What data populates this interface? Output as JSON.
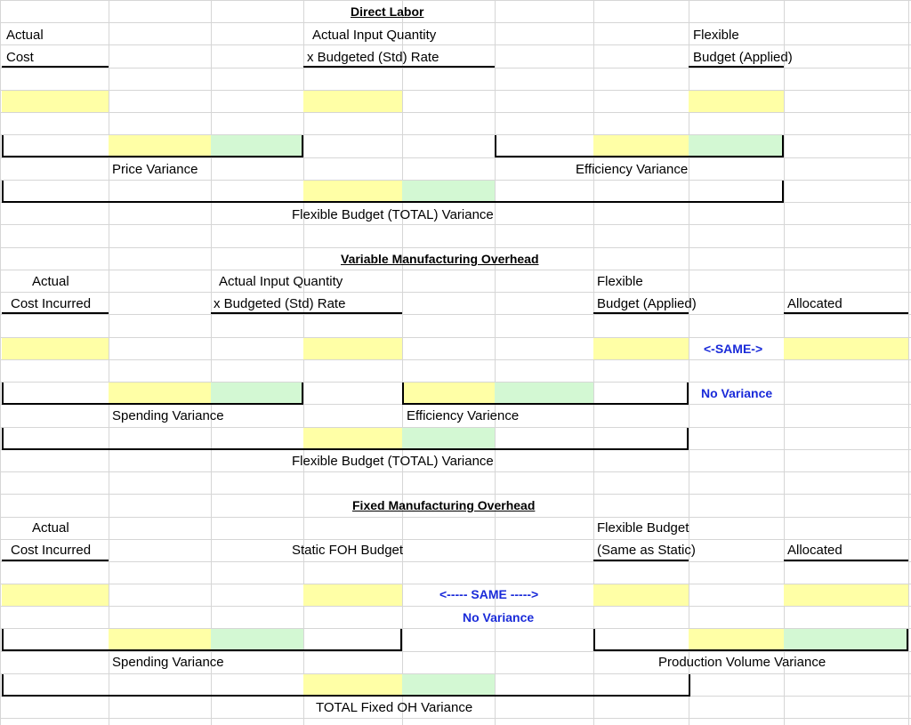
{
  "direct_labor": {
    "title": "Direct Labor",
    "col1_line1": "Actual",
    "col1_line2": "Cost",
    "col2_line1": "Actual Input Quantity",
    "col2_line2": "x Budgeted (Std) Rate",
    "col3_line1": "Flexible",
    "col3_line2": "Budget (Applied)",
    "variance_left": "Price Variance",
    "variance_right": "Efficiency Variance",
    "variance_total": "Flexible Budget (TOTAL) Variance"
  },
  "variable_moh": {
    "title": "Variable Manufacturing Overhead",
    "col1_line1": "Actual",
    "col1_line2": "Cost Incurred",
    "col2_line1": "Actual Input Quantity",
    "col2_line2": "x Budgeted (Std) Rate",
    "col3_line1": "Flexible",
    "col3_line2": "Budget (Applied)",
    "col4": "Allocated",
    "same_label": "<-SAME->",
    "no_variance": "No Variance",
    "variance_left": "Spending Variance",
    "variance_right": "Efficiency Varience",
    "variance_total": "Flexible Budget (TOTAL) Variance"
  },
  "fixed_moh": {
    "title": "Fixed Manufacturing Overhead",
    "col1_line1": "Actual",
    "col1_line2": "Cost Incurred",
    "col2": "Static FOH Budget",
    "col3_line1": "Flexible Budget",
    "col3_line2": "(Same as Static)",
    "col4": "Allocated",
    "same_label": "<----- SAME ----->",
    "no_variance": "No Variance",
    "variance_left": "Spending Variance",
    "variance_right": "Production Volume Variance",
    "variance_total": "TOTAL Fixed OH Variance"
  },
  "colors": {
    "input_yellow": "#ffffa6",
    "result_green": "#d3f8d3",
    "gridline": "#d6d6d6",
    "note_blue": "#1a2bd9"
  }
}
